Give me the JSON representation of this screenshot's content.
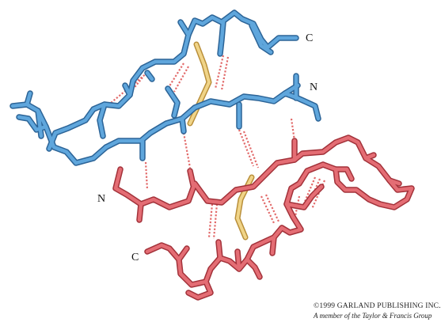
{
  "labels": {
    "blue_c_terminus": "C",
    "blue_n_terminus": "N",
    "red_n_terminus": "N",
    "red_c_terminus": "C"
  },
  "credit": {
    "line1": "©1999 GARLAND PUBLISHING INC.",
    "line2": "A member of the Taylor & Francis Group"
  },
  "colors": {
    "blue_chain": "#4a90c8",
    "blue_chain_dark": "#2c6497",
    "red_chain": "#d9535b",
    "red_chain_dark": "#a3323a",
    "disulfide": "#e8c76a",
    "hydrogen_bond": "#e26a6a"
  }
}
